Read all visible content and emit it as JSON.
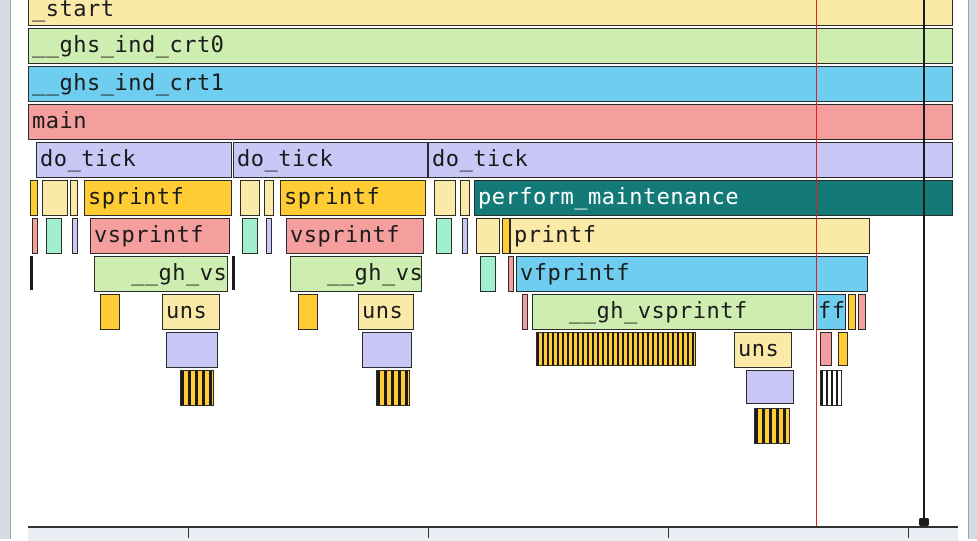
{
  "window": {
    "background": "#ffffff",
    "frame_color": "#d7dbe3"
  },
  "timeline": {
    "cursor_color": "#e02020",
    "rows": [
      {
        "name": "_start",
        "color": "#fbe9a7"
      },
      {
        "name": "__ghs_ind_crt0",
        "color": "#cdeeb0"
      },
      {
        "name": "__ghs_ind_crt1",
        "color": "#6fcdf0"
      },
      {
        "name": "main",
        "color": "#f49e9e"
      },
      {
        "name": "do_tick",
        "color": "#c9c7f5"
      },
      {
        "name": "do_tick",
        "color": "#c9c7f5"
      },
      {
        "name": "do_tick",
        "color": "#c9c7f5"
      },
      {
        "name": "sprintf",
        "color": "#ffcc33"
      },
      {
        "name": "sprintf",
        "color": "#ffcc33"
      },
      {
        "name": "perform_maintenance",
        "color": "#137a78"
      },
      {
        "name": "vsprintf",
        "color": "#f49e9e"
      },
      {
        "name": "vsprintf",
        "color": "#f49e9e"
      },
      {
        "name": "printf",
        "color": "#fbe9a7"
      },
      {
        "name": "__gh_vs",
        "color": "#cdeeb0"
      },
      {
        "name": "__gh_vs",
        "color": "#cdeeb0"
      },
      {
        "name": "vfprintf",
        "color": "#6fcdf0"
      },
      {
        "name": "uns",
        "color": "#fbe9a7"
      },
      {
        "name": "uns",
        "color": "#fbe9a7"
      },
      {
        "name": "__gh_vsprintf",
        "color": "#cdeeb0"
      },
      {
        "name": "ff",
        "color": "#6fcdf0"
      },
      {
        "name": "uns",
        "color": "#fbe9a7"
      }
    ]
  }
}
